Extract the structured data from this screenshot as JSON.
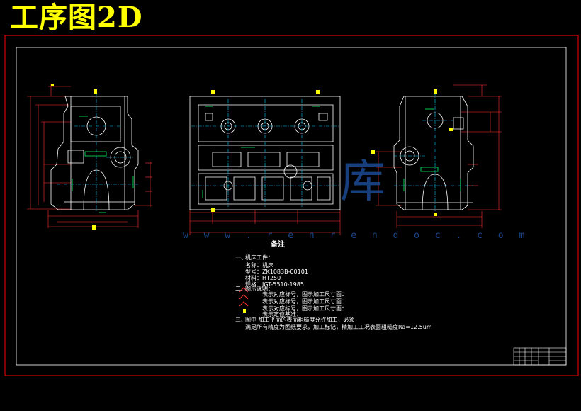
{
  "title": "工序图2D",
  "watermark": {
    "url": "w w w . r e n r e n d o c . c o m",
    "char": "库"
  },
  "notes": {
    "heading": "备注",
    "section1_label": "一、",
    "section1_heading": "机床工件：",
    "items1": [
      "名称：机床",
      "型号：ZK1083B-00101",
      "材料：HT250",
      "规格：JGT-5510-1985"
    ],
    "section2_label": "二、",
    "section2_heading": "图示说明：",
    "items2": [
      "表示对应标号，图示加工尺寸面：",
      "表示对应标号，图示加工尺寸面：",
      "表示对应标号，图示加工尺寸面：",
      "表示定位基准；"
    ],
    "section3_label": "三、",
    "section3_text": "图中      加工平面的表面粗糙度允许加工，必须",
    "section3_text2": "满足所有精度为图纸要求，加工标记，精加工工况表面粗糙度Ra=12.5um"
  },
  "colors": {
    "outer_frame": "#ff0000",
    "inner_frame": "#ffffff",
    "part_outline": "#ffffff",
    "dimension": "#ff3030",
    "centerline": "#00c8ff",
    "hatch": "#00ff66",
    "title_text": "#ffff00",
    "marker": "#ffff00"
  }
}
